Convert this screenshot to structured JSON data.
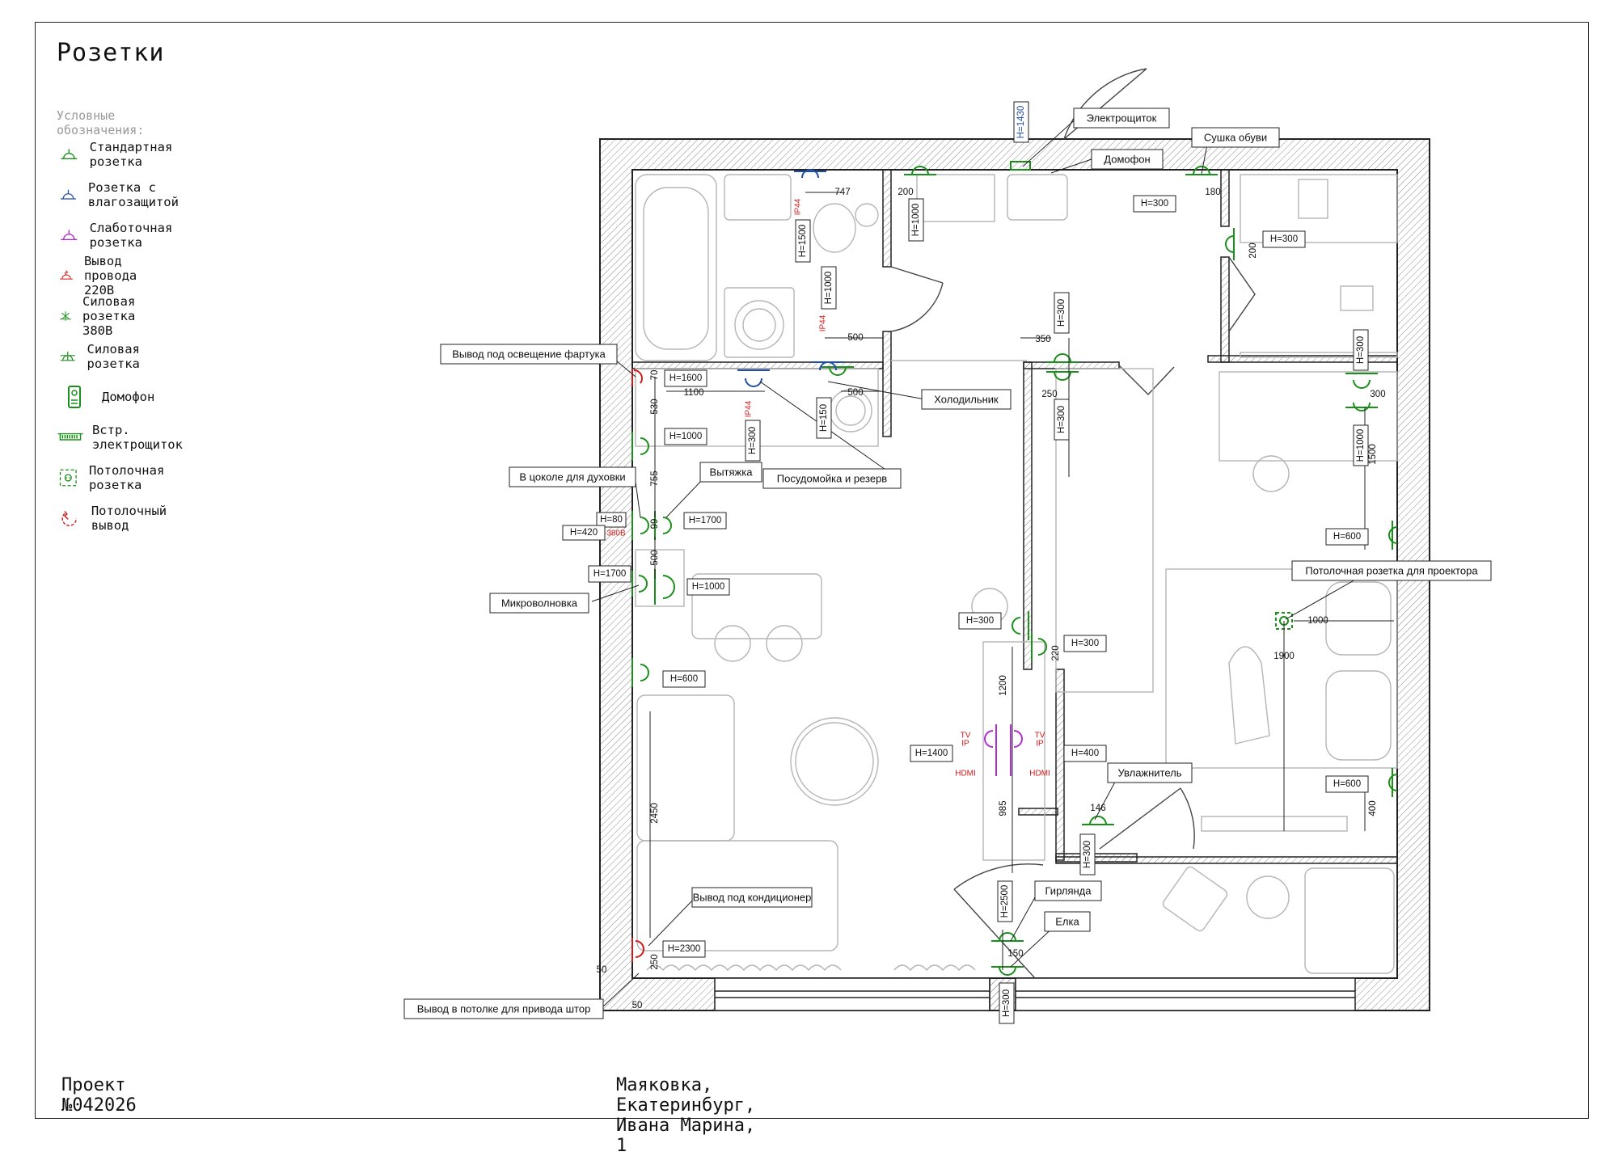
{
  "title": "Розетки",
  "legend": {
    "heading": "Условные обозначения:",
    "items": [
      {
        "label": "Стандартная розетка",
        "icon": "standard-outlet-icon",
        "color": "#1a8f1a"
      },
      {
        "label": "Розетка с влагозащитой",
        "icon": "waterproof-outlet-icon",
        "color": "#1f4fa8"
      },
      {
        "label": "Слаботочная розетка",
        "icon": "low-current-outlet-icon",
        "color": "#b12ed0"
      },
      {
        "label": "Вывод провода 220В",
        "icon": "wire-outlet-220v-icon",
        "color": "#d31818"
      },
      {
        "label": "Силовая розетка 380В",
        "icon": "power-outlet-380v-icon",
        "color": "#1a8f1a"
      },
      {
        "label": "Силовая розетка",
        "icon": "power-outlet-icon",
        "color": "#1a8f1a"
      },
      {
        "label": "Домофон",
        "icon": "intercom-icon",
        "color": "#1a8f1a"
      },
      {
        "label": "Встр. электрощиток",
        "icon": "built-in-panel-icon",
        "color": "#1a8f1a"
      },
      {
        "label": "Потолочная розетка",
        "icon": "ceiling-outlet-icon",
        "color": "#1a8f1a"
      },
      {
        "label": "Потолочный вывод",
        "icon": "ceiling-wire-icon",
        "color": "#d31818"
      }
    ]
  },
  "callouts": {
    "panel": "Электрощиток",
    "intercom": "Домофон",
    "shoe_dryer": "Сушка обуви",
    "backsplash_light": "Вывод под освещение фартука",
    "fridge": "Холодильник",
    "oven_plinth": "В цоколе для духовки",
    "hood": "Вытяжка",
    "dishwasher": "Посудомойка и резерв",
    "microwave": "Микроволновка",
    "projector": "Потолочная розетка для проектора",
    "humidifier": "Увлажнитель",
    "ac": "Вывод под кондиционер",
    "garland": "Гирлянда",
    "tree": "Елка",
    "curtains": "Вывод в потолке для привода штор"
  },
  "heights": {
    "h1430": "H=1430",
    "h300_hall": "H=300",
    "h300_bedroom_a": "H=300",
    "h1000_hall": "H=1000",
    "h1500_bath": "H=1500",
    "h1000_bath": "H=1000",
    "h300_mid": "H=300",
    "h300_right": "H=300",
    "h1600": "H=1600",
    "h1000_k": "H=1000",
    "h300_k": "H=300",
    "h150_k": "H=150",
    "h300_corr": "H=300",
    "h80": "H=80",
    "h420": "H=420",
    "h1700_hood": "H=1700",
    "h1700_mw": "H=1700",
    "h1000_mw": "H=1000",
    "h1000_desk": "H=1000",
    "h600_desk": "H=600",
    "h300_liv": "H=300",
    "h300_bed": "H=300",
    "h600_liv": "H=600",
    "h1400": "H=1400",
    "h400": "H=400",
    "h600_bed": "H=600",
    "h300_balc": "H=300",
    "h2500": "H=2500",
    "h2300": "H=2300",
    "h300_bottom": "H=300"
  },
  "dims": {
    "d747": "747",
    "d200a": "200",
    "d180": "180",
    "d200b": "200",
    "d500a": "500",
    "d350": "350",
    "d300": "300",
    "d1100": "1100",
    "d500b": "500",
    "d70": "70",
    "d530": "530",
    "d250a": "250",
    "d755": "755",
    "d99": "99",
    "d500c": "500",
    "d1500": "1500",
    "d1000": "1000",
    "d1900": "1900",
    "d220": "220",
    "d1200": "1200",
    "d985": "985",
    "d146": "146",
    "d400": "400",
    "d2450": "2450",
    "d150": "150",
    "d250b": "250",
    "d50a": "50",
    "d50b": "50"
  },
  "tags": {
    "ip44_a": "IP44",
    "ip44_b": "IP44",
    "ip44_c": "IP44",
    "v380": "380В",
    "tv_a": "TV",
    "ip_a": "IP",
    "hdmi_a": "HDMI",
    "tv_b": "TV",
    "ip_b": "IP",
    "hdmi_b": "HDMI"
  },
  "footer": {
    "project": "Проект №042026",
    "address": "Маяковка, Екатеринбург, Ивана Марина, 1"
  },
  "colors": {
    "standard": "#1a8f1a",
    "waterproof": "#1f4fa8",
    "low_current": "#b12ed0",
    "wire": "#d31818",
    "furniture": "#b5b5b5",
    "wall_hatch": "#8a8a8a"
  }
}
